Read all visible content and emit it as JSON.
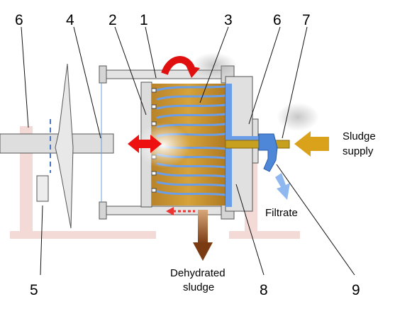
{
  "labels": {
    "n1": "1",
    "n2": "2",
    "n3": "3",
    "n4": "4",
    "n5": "5",
    "n6_left": "6",
    "n6_right": "6",
    "n7": "7",
    "n8": "8",
    "n9": "9"
  },
  "captions": {
    "sludge_supply_line1": "Sludge",
    "sludge_supply_line2": "supply",
    "filtrate": "Filtrate",
    "dehydrated_line1": "Dehydrated",
    "dehydrated_line2": "sludge"
  },
  "colors": {
    "sludge_cake": "#c8932a",
    "filter_channel": "#6a9ee8",
    "supply_arrow": "#d9a21a",
    "rotation_arrow": "#e01010",
    "outlet_arrow": "#8b4513",
    "frame_pink": "#f3dad6",
    "metal_grey": "#dcdcdc"
  }
}
